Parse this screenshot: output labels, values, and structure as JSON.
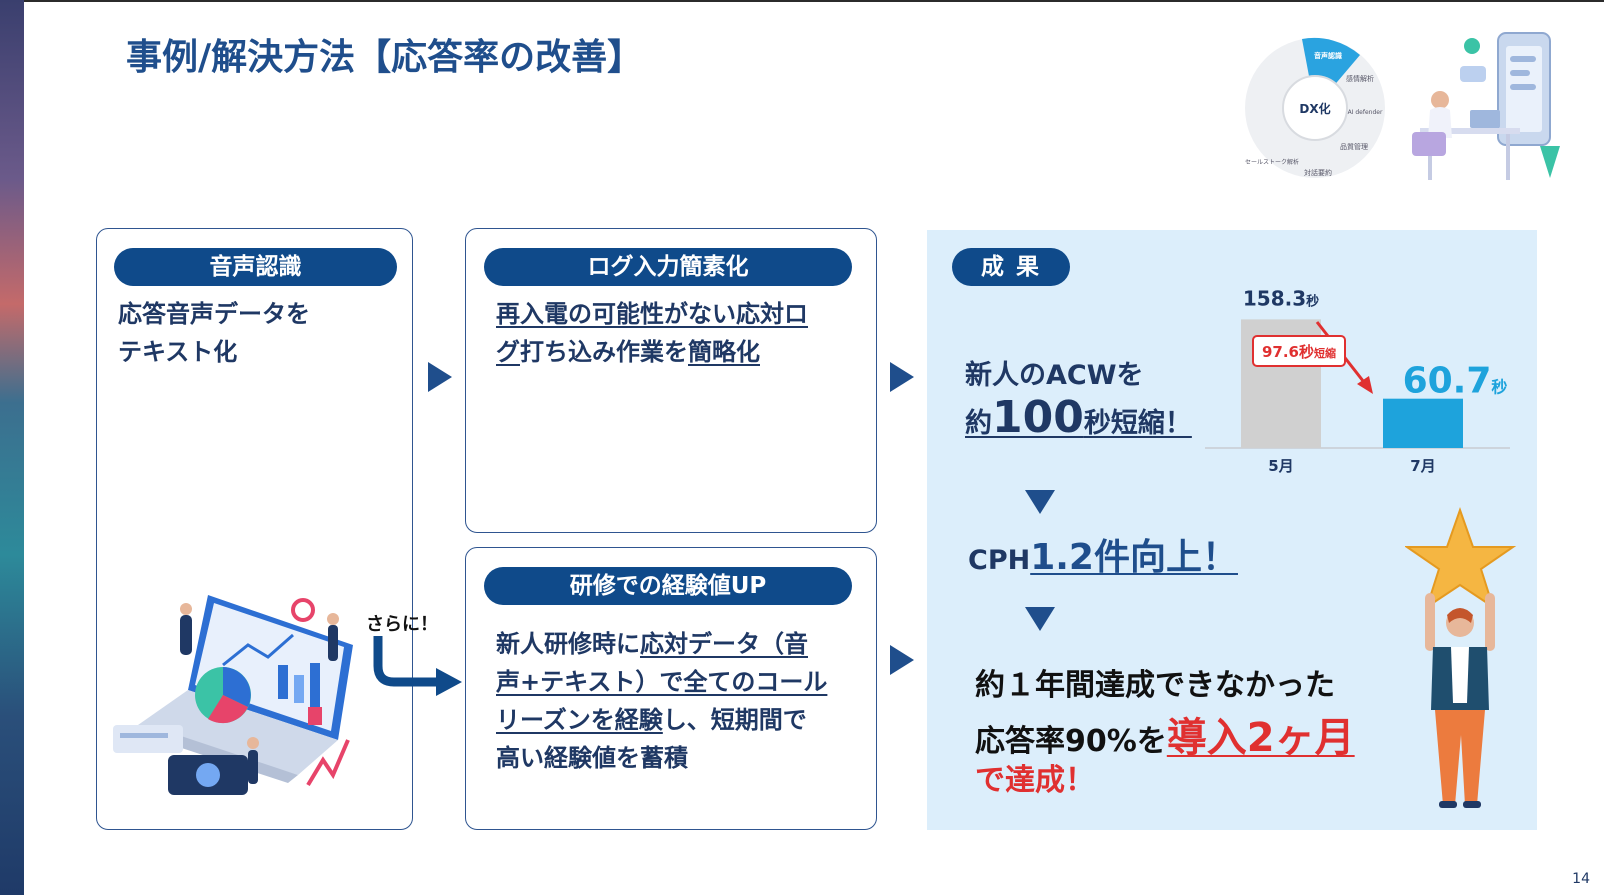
{
  "slide": {
    "title": "事例/解決方法【応答率の改善】",
    "page_number": "14"
  },
  "dx_wheel": {
    "center": "DX化",
    "segments": [
      "音声認識",
      "感情解析",
      "AI defender",
      "品質管理",
      "対話要約",
      "セールストーク解析"
    ]
  },
  "box1": {
    "pill": "音声認識",
    "lines": [
      "応答音声データを",
      "テキスト化"
    ]
  },
  "box2": {
    "pill": "ログ入力簡素化",
    "line1_ul": "再入電の可能性がない応対ロ",
    "line2_ul_a": "グ",
    "line2_plain": "打ち込み作業を",
    "line2_ul_b": "簡略化"
  },
  "box3": {
    "pill": "研修での経験値UP",
    "line1_plain": "新人研修時に",
    "line1_ul": "応対データ（音",
    "line2_ul": "声+テキスト）で全てのコール",
    "line3_ul": "リーズンを経験",
    "line3_plain": "し、短期間で",
    "line4": "高い経験値を蓄積"
  },
  "connector": {
    "label": "さらに！"
  },
  "result": {
    "pill": "成 果",
    "acw_line1": "新人のACWを",
    "acw_line2_a": "約",
    "acw_line2_big": "100",
    "acw_line2_b": "秒短縮！",
    "cph_a": "CPH",
    "cph_b": "1.2件向上！",
    "final_line1": "約１年間達成できなかった",
    "final_line2_a": "応答率90%を",
    "final_line2_red": "導入2ヶ月",
    "final_line3": "で達成！"
  },
  "chart_data": {
    "type": "bar",
    "categories": [
      "5月",
      "7月"
    ],
    "values": [
      158.3,
      60.7
    ],
    "value_labels": [
      "158.3",
      "60.7"
    ],
    "unit": "秒",
    "annotation": "97.6秒短縮",
    "annotation_parts": [
      "97.6秒",
      "短縮"
    ],
    "colors": [
      "#d0d0d0",
      "#1ea3dc"
    ],
    "ylim": [
      0,
      160
    ]
  }
}
